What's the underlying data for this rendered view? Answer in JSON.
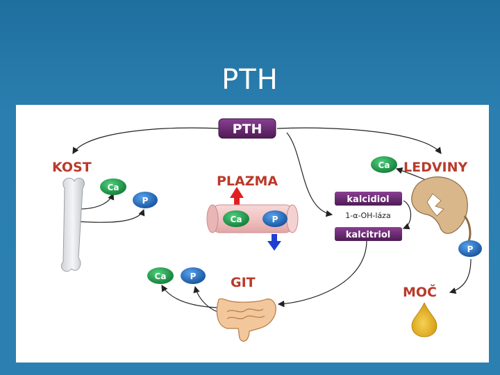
{
  "slide": {
    "title": "PTH"
  },
  "diagram": {
    "pth_label": "PTH",
    "kost_label": "KOST",
    "plazma_label": "PLAZMA",
    "ledviny_label": "LEDVINY",
    "git_label": "GIT",
    "moc_label": "MOČ",
    "kalcidiol_label": "kalcidiol",
    "enzyme_label": "1-α-OH-láza",
    "kalcitriol_label": "kalcitriol",
    "ca_label": "Ca",
    "p_label": "P",
    "colors": {
      "ca_green": "#1f9a4a",
      "p_blue": "#2368b8",
      "pth_purple": "#6b2a73",
      "up_arrow_red": "#e02020",
      "down_arrow_blue": "#1f3fd0"
    }
  }
}
